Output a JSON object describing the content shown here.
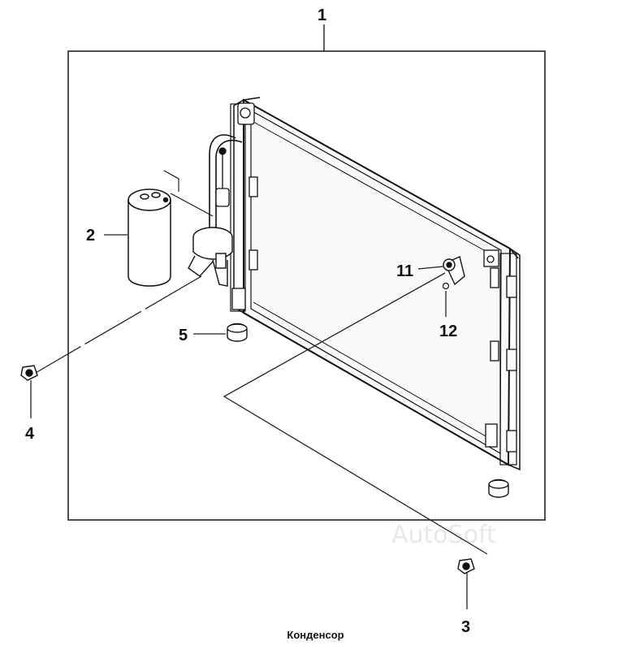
{
  "diagram": {
    "caption": "Конденсор",
    "watermark": "AutoSoft",
    "callouts": {
      "c1": "1",
      "c2": "2",
      "c3": "3",
      "c4": "4",
      "c5": "5",
      "c11": "11",
      "c12": "12"
    }
  }
}
